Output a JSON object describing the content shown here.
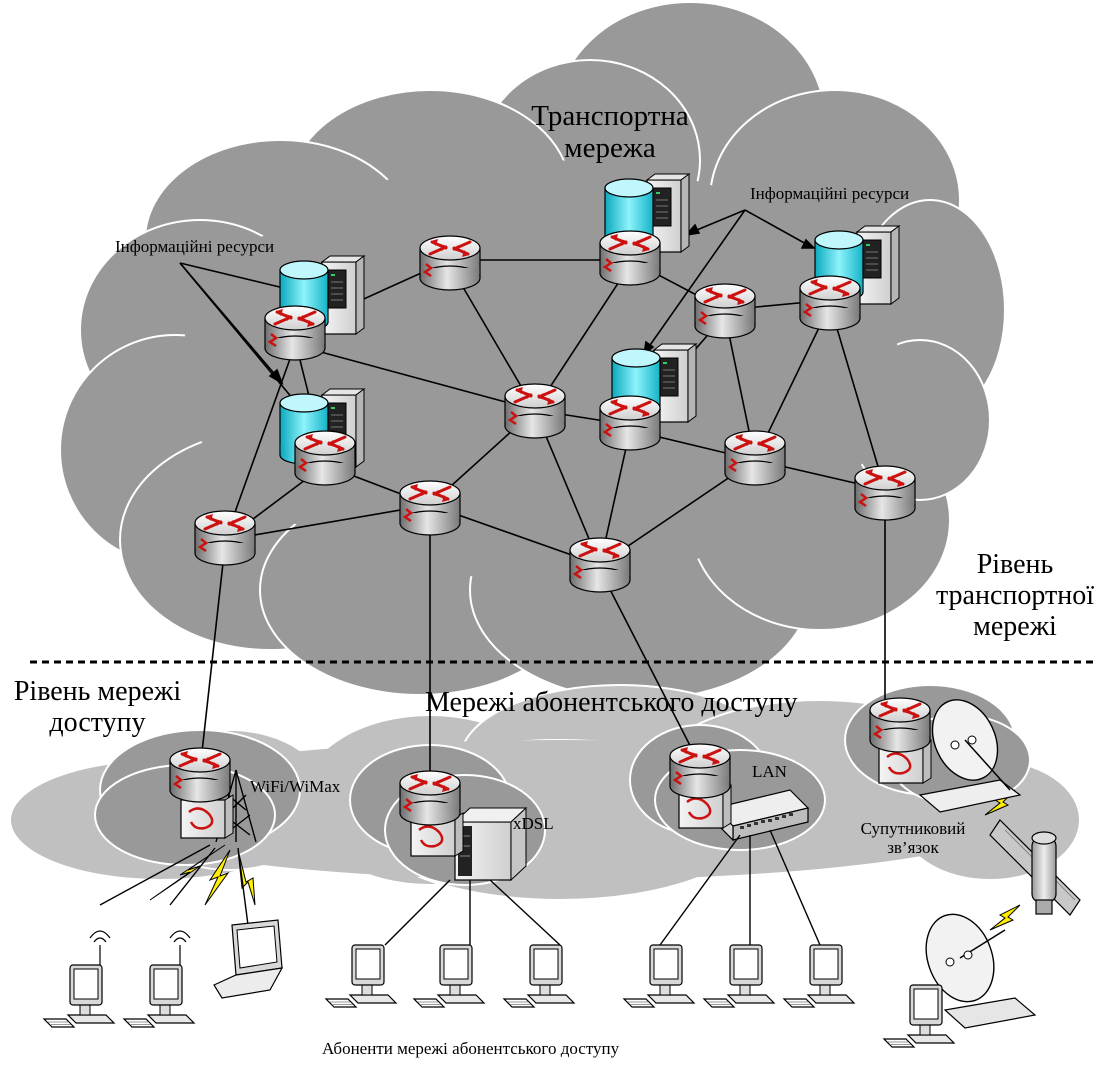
{
  "labels": {
    "transport_network": [
      "Транспортна",
      "мережа"
    ],
    "info_resources_left": "Інформаційні ресурси",
    "info_resources_right": "Інформаційні ресурси",
    "transport_level": [
      "Рівень",
      "транспортної",
      "мережі"
    ],
    "access_level": [
      "Рівень мережі",
      "доступу"
    ],
    "access_networks": "Мережі абонентського доступу",
    "wifi": "WiFi/WiMax",
    "xdsl": "xDSL",
    "lan": "LAN",
    "satellite": [
      "Супутниковий",
      "зв’язок"
    ],
    "subscribers": "Абоненти мережі абонентського доступу"
  },
  "colors": {
    "cloud_dark": "#999999",
    "cloud_light": "#c0c0c0",
    "server_cyan": "#22c8d8",
    "router_red": "#cc1111",
    "bolt_yellow": "#ffee00"
  },
  "icons": [
    "router-icon",
    "server-icon",
    "radio-tower-icon",
    "dsl-modem-icon",
    "network-switch-icon",
    "satellite-dish-icon",
    "satellite-icon",
    "computer-icon",
    "laptop-icon"
  ]
}
